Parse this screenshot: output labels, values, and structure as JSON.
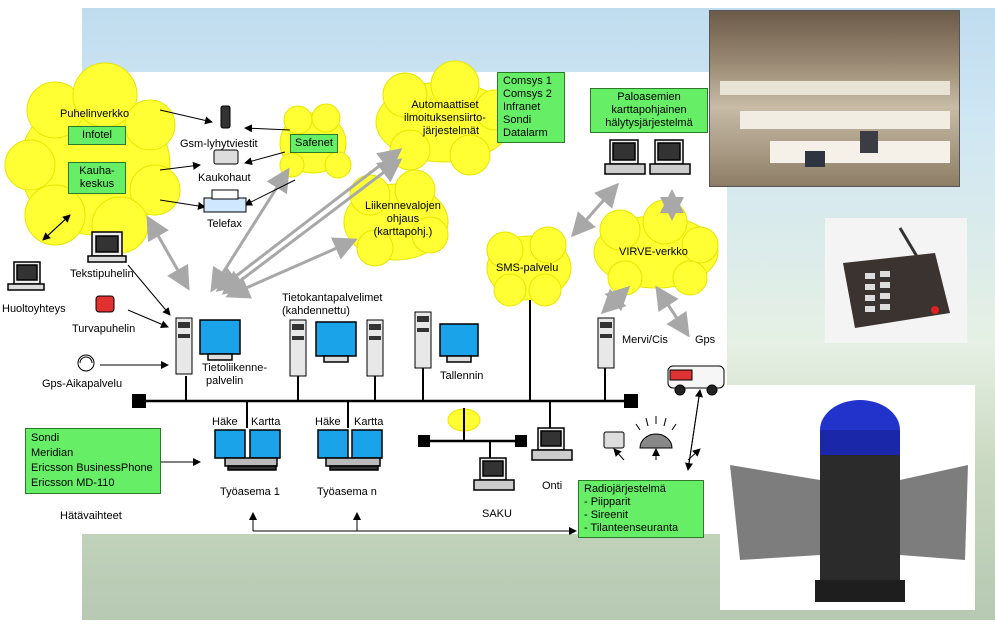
{
  "clouds": {
    "puhelinverkko": "Puhelinverkko",
    "safenet": "Safenet",
    "automaattiset": [
      "Automaattiset",
      "ilmoituksensiirto-",
      "järjestelmät"
    ],
    "liikennevalojen": [
      "Liikennevalojen",
      "ohjaus",
      "(karttapohj.)"
    ],
    "sms": "SMS-palvelu",
    "virve": "VIRVE-verkko"
  },
  "boxes": {
    "infotel": "Infotel",
    "kauhakeskus": [
      "Kauha-",
      "keskus"
    ],
    "comsys": [
      "Comsys 1",
      "Comsys 2",
      "Infranet",
      "Sondi",
      "Datalarm"
    ],
    "paloasemien": [
      "Paloasemien",
      "karttapohjainen",
      "hälytysjärjestelmä"
    ],
    "hatavaihteet": [
      "Sondi",
      "Meridian",
      "Ericsson BusinessPhone",
      "Ericsson MD-110"
    ],
    "radio": [
      "Radiojärjestelmä",
      "- Piipparit",
      "- Sireenit",
      "- Tilanteenseuranta"
    ]
  },
  "labels": {
    "gsm": "Gsm-lyhytviestit",
    "kaukohaut": "Kaukohaut",
    "telefax": "Telefax",
    "tekstipuhelin": "Tekstipuhelin",
    "huoltoyhteys": "Huoltoyhteys",
    "turvapuhelin": "Turvapuhelin",
    "gps_aika": "Gps-Aikapalvelu",
    "tietoliikenne": [
      "Tietoliikenne-",
      "palvelin"
    ],
    "tietokanta": [
      "Tietokantapalvelimet",
      "(kahdennettu)"
    ],
    "tallennin": "Tallennin",
    "mervi": "Mervi/Cis",
    "gps": "Gps",
    "hake1": "Häke",
    "kartta1": "Kartta",
    "tyoasema1": "Työasema 1",
    "hake2": "Häke",
    "kartta2": "Kartta",
    "tyoasemaN": "Työasema n",
    "saku": "SAKU",
    "onti": "Onti",
    "hatavaihteet": "Hätävaihteet"
  },
  "colors": {
    "cloud": "#ffff33",
    "box": "#66ee66",
    "screen": "#1aa3e8",
    "arrow_gray": "#a8a8a8"
  }
}
